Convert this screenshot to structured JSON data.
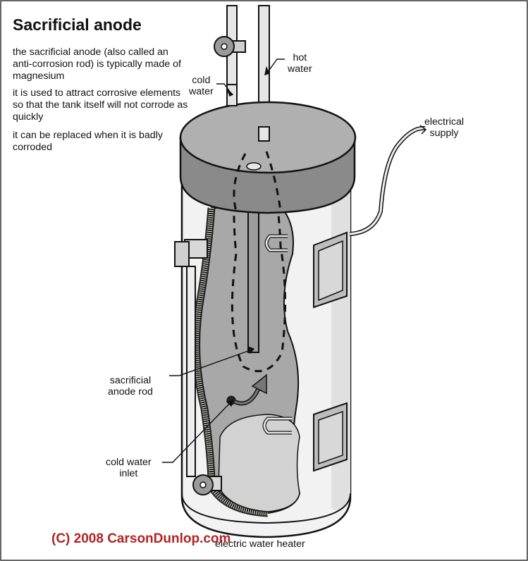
{
  "title": "Sacrificial anode",
  "notes": [
    "the sacrificial anode (also called an anti-corrosion rod) is typically made of magnesium",
    "it is used to attract corrosive elements so that the tank itself will not corrode as quickly",
    "it can be replaced when it is badly corroded"
  ],
  "labels": {
    "cold_water": [
      "cold",
      "water"
    ],
    "hot_water": [
      "hot",
      "water"
    ],
    "electrical_supply": [
      "electrical",
      "supply"
    ],
    "sacrificial_anode_rod": [
      "sacrificial",
      "anode rod"
    ],
    "cold_water_inlet": [
      "cold water",
      "inlet"
    ]
  },
  "caption": "electric water heater",
  "copyright": "(C) 2008 CarsonDunlop.com",
  "colors": {
    "copyright": "#b22323",
    "tank_cutaway": "#a8a8a8",
    "tank_body": "#f2f2f2",
    "lid": "#b0b0b0"
  }
}
